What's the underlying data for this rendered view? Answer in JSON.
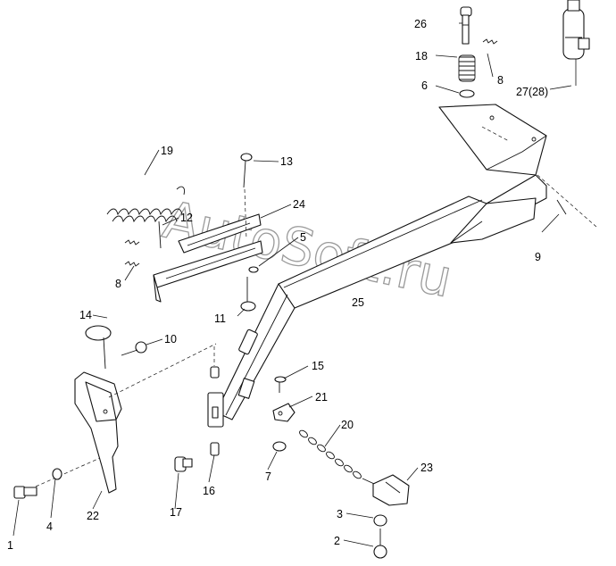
{
  "watermark": "AutoSoft.ru",
  "callouts": {
    "c1": "1",
    "c2": "2",
    "c3": "3",
    "c4": "4",
    "c5": "5",
    "c6": "6",
    "c7": "7",
    "c8a": "8",
    "c8b": "8",
    "c9": "9",
    "c10": "10",
    "c11": "11",
    "c12": "12",
    "c13": "13",
    "c14": "14",
    "c15": "15",
    "c16": "16",
    "c17": "17",
    "c18": "18",
    "c19": "19",
    "c20": "20",
    "c21": "21",
    "c22": "22",
    "c23": "23",
    "c24": "24",
    "c25": "25",
    "c26": "26",
    "c27": "27(28)"
  }
}
